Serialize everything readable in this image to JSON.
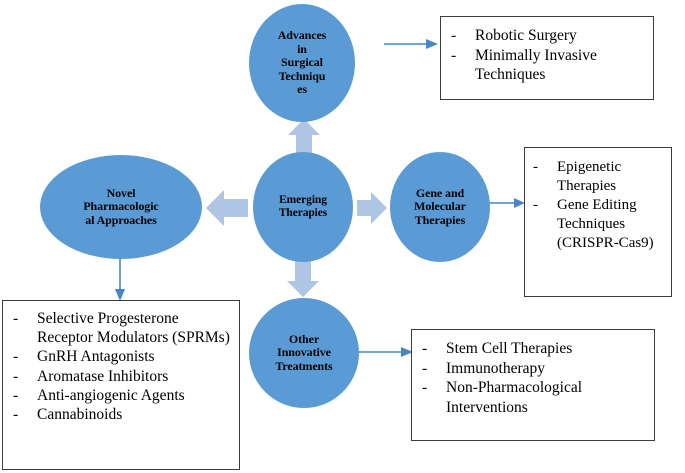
{
  "diagram": {
    "title": "Emerging Therapies",
    "colors": {
      "node_fill": "#5b9bd5",
      "block_arrow_fill": "#aec6e4",
      "thin_arrow_stroke": "#4a86c5",
      "box_border": "#3c3c3c",
      "text": "#000000",
      "background": "#ffffff"
    },
    "nodes": {
      "center": {
        "label": "Emerging\nTherapies",
        "lines": [
          "Emerging",
          "Therapies"
        ],
        "shape": "circle"
      },
      "surgical": {
        "label": "Advances in Surgical Techniques",
        "lines": [
          "Advances",
          "in",
          "Surgical",
          "Techniqu",
          "es"
        ],
        "shape": "ellipse"
      },
      "pharma": {
        "label": "Novel Pharmacological Approaches",
        "lines": [
          "Novel",
          "Pharmacologic",
          "al Approaches"
        ],
        "shape": "ellipse"
      },
      "gene": {
        "label": "Gene and Molecular Therapies",
        "lines": [
          "Gene and",
          "Molecular",
          "Therapies"
        ],
        "shape": "ellipse"
      },
      "other": {
        "label": "Other Innovative Treatments",
        "lines": [
          "Other",
          "Innovative",
          "Treatments"
        ],
        "shape": "circle"
      }
    },
    "boxes": {
      "surgical": {
        "bullet": "-",
        "items": [
          "Robotic Surgery",
          "Minimally Invasive Techniques"
        ]
      },
      "gene": {
        "bullet": "-",
        "items": [
          "Epigenetic Therapies",
          "Gene Editing Techniques (CRISPR-Cas9)"
        ]
      },
      "other": {
        "bullet": "-",
        "items": [
          "Stem Cell Therapies",
          "Immunotherapy",
          "Non-Pharmacological Interventions"
        ]
      },
      "pharma": {
        "bullet": "-",
        "items": [
          "Selective Progesterone Receptor Modulators (SPRMs)",
          "GnRH Antagonists",
          "Aromatase Inhibitors",
          "Anti-angiogenic Agents",
          "Cannabinoids"
        ]
      }
    },
    "connectors": [
      {
        "name": "center-to-surgical",
        "style": "block-arrow",
        "direction": "up"
      },
      {
        "name": "center-to-pharma",
        "style": "block-arrow",
        "direction": "left"
      },
      {
        "name": "center-to-gene",
        "style": "block-arrow",
        "direction": "right"
      },
      {
        "name": "center-to-other",
        "style": "block-arrow",
        "direction": "down"
      },
      {
        "name": "surgical-to-box",
        "style": "line-arrow",
        "direction": "right"
      },
      {
        "name": "gene-to-box",
        "style": "line-arrow",
        "direction": "right"
      },
      {
        "name": "other-to-box",
        "style": "line-arrow",
        "direction": "right"
      },
      {
        "name": "pharma-to-box",
        "style": "line-arrow",
        "direction": "down"
      }
    ]
  }
}
